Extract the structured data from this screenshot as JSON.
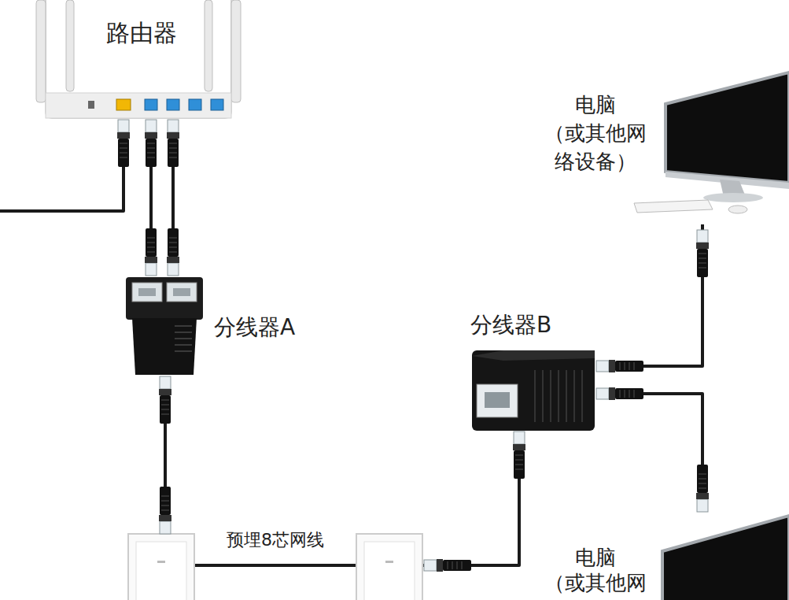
{
  "diagram": {
    "nodes": [
      {
        "text": [
          "路由器"
        ]
      },
      {
        "text": [
          "分线器A"
        ]
      },
      {
        "text": [
          "分线器B"
        ]
      },
      {
        "text": [
          "电脑",
          "（或其他网络设备）"
        ]
      },
      {
        "text": [
          "电脑",
          "（或其他网"
        ]
      }
    ],
    "edges": [
      {
        "from": 0,
        "to": 1,
        "arrow": "none"
      },
      {
        "from": 0,
        "to": 1,
        "arrow": "none"
      },
      {
        "from": 1,
        "to": 2,
        "label": "预埋8芯网线",
        "arrow": "none"
      },
      {
        "from": 2,
        "to": 3,
        "arrow": "none"
      },
      {
        "from": 2,
        "to": 4,
        "arrow": "none"
      }
    ]
  }
}
